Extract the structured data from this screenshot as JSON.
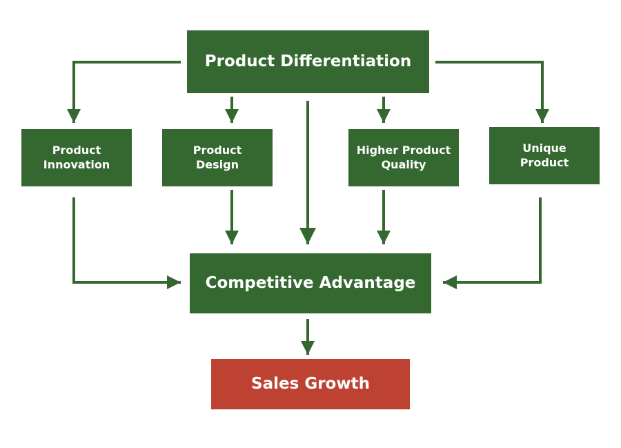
{
  "diagram": {
    "colors": {
      "box_green": "#346830",
      "box_red": "#bd4232",
      "arrow": "#346830",
      "text": "#ffffff"
    },
    "top": {
      "label": "Product Differentiation"
    },
    "factors": [
      {
        "label": "Product\nInnovation"
      },
      {
        "label": "Product\nDesign"
      },
      {
        "label": "Higher Product\nQuality"
      },
      {
        "label": "Unique\nProduct"
      }
    ],
    "middle": {
      "label": "Competitive Advantage"
    },
    "bottom": {
      "label": "Sales Growth"
    }
  }
}
